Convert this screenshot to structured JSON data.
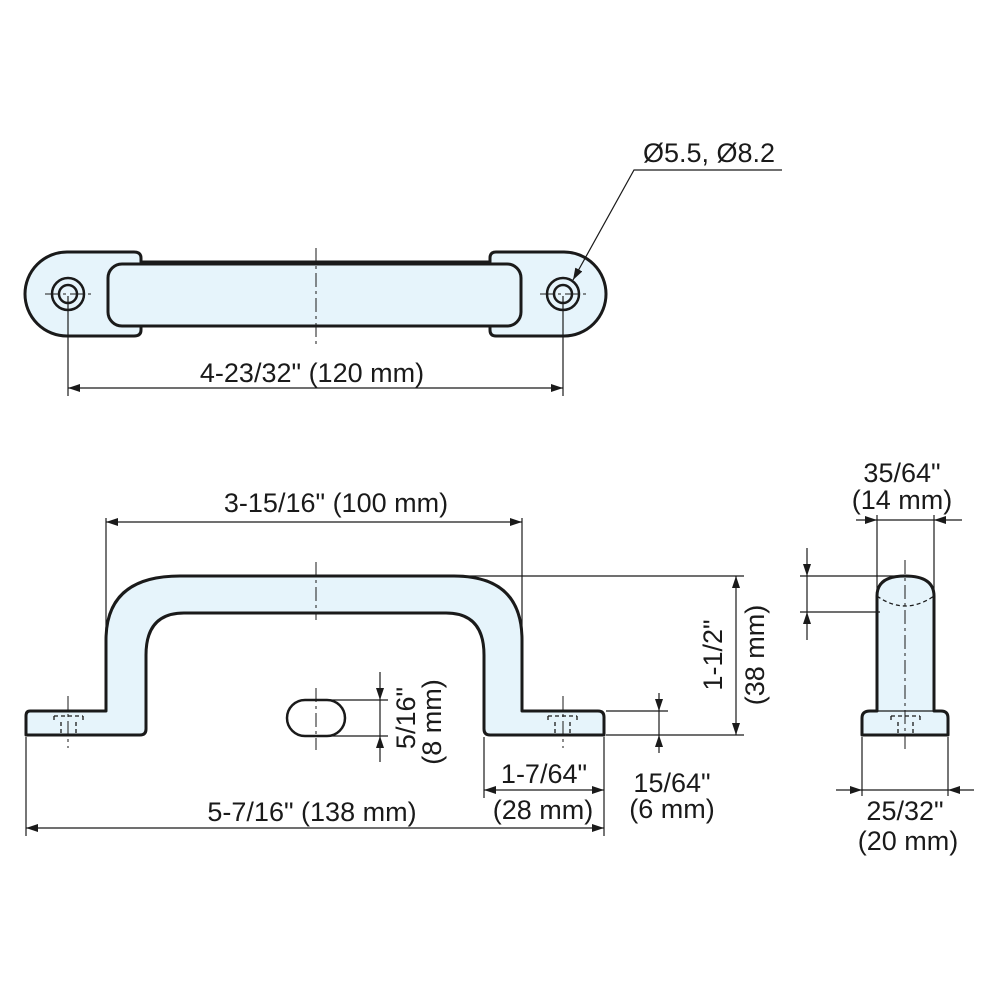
{
  "labels": {
    "hole_dia": "Ø5.5, Ø8.2",
    "top_pitch": "4-23/32\" (120 mm)",
    "inner_width": "3-15/16\" (100 mm)",
    "overall_length": "5-7/16\" (138 mm)",
    "height_in": "1-1/2\"",
    "height_mm": "(38 mm)",
    "slot_in": "5/16\"",
    "slot_mm": "(8 mm)",
    "foot_len_in": "1-7/64\"",
    "foot_len_mm": "(28 mm)",
    "foot_thk_in": "15/64\"",
    "foot_thk_mm": "(6 mm)",
    "grip_w_in": "35/64\"",
    "grip_w_mm": "(14 mm)",
    "base_w_in": "25/32\"",
    "base_w_mm": "(20 mm)"
  },
  "colors": {
    "part_fill": "#e6f4fb",
    "line": "#1a1a1a"
  }
}
